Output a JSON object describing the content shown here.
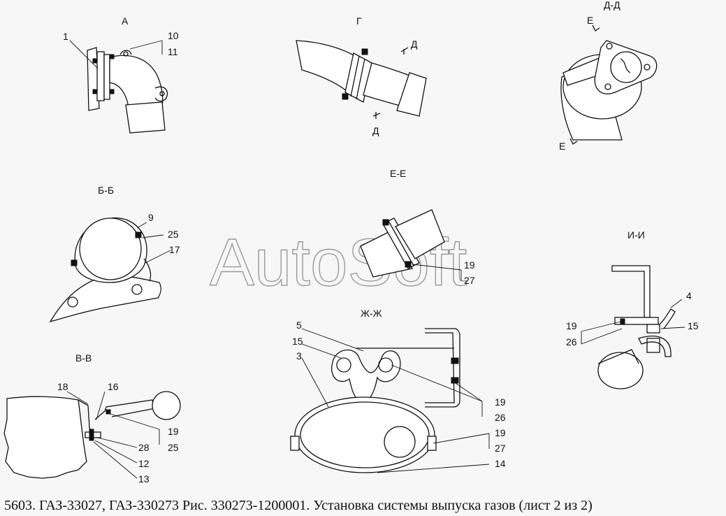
{
  "caption": "5603. ГАЗ-33027, ГАЗ-330273 Рис. 330273-1200001. Установка системы выпуска газов (лист 2 из 2)",
  "watermark": "AutoSoft",
  "views": {
    "A": "А",
    "G": "Г",
    "DD": "Д-Д",
    "BB": "Б-Б",
    "EE": "Е-Е",
    "II": "И-И",
    "VV": "В-В",
    "ZhZh": "Ж-Ж"
  },
  "marks": {
    "D": "Д",
    "E": "Е"
  },
  "callouts": {
    "n1": "1",
    "n10": "10",
    "n11": "11",
    "n9": "9",
    "n25_bb": "25",
    "n17": "17",
    "n19_ee": "19",
    "n27_ee": "27",
    "n4": "4",
    "n15_ii": "15",
    "n19_ii": "19",
    "n26_ii": "26",
    "n18": "18",
    "n16": "16",
    "n19_vv": "19",
    "n25_vv": "25",
    "n28": "28",
    "n12": "12",
    "n13": "13",
    "n5": "5",
    "n15_zh": "15",
    "n3": "3",
    "n19_zh1": "19",
    "n26_zh": "26",
    "n19_zh2": "19",
    "n27_zh": "27",
    "n14": "14"
  }
}
